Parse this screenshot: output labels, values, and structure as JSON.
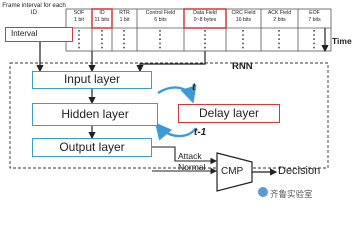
{
  "frame": {
    "label": "Frame interval for each ID",
    "interval": "Interval",
    "time_label": "Time",
    "fields": [
      {
        "name": "SOF",
        "bits": "1 bit"
      },
      {
        "name": "ID",
        "bits": "11 bits"
      },
      {
        "name": "RTR",
        "bits": "1 bit"
      },
      {
        "name": "Control Field",
        "bits": "6 bits"
      },
      {
        "name": "Data Field",
        "bits": "0~8 bytes"
      },
      {
        "name": "CRC Field",
        "bits": "16 bits"
      },
      {
        "name": "ACK Field",
        "bits": "2 bits"
      },
      {
        "name": "EOF",
        "bits": "7 bits"
      }
    ]
  },
  "rnn": {
    "label": "RNN",
    "input_layer": "Input layer",
    "hidden_layer": "Hidden layer",
    "output_layer": "Output layer",
    "delay_layer": "Delay layer",
    "t_label": "t",
    "t_minus_label": "t-1"
  },
  "compare": {
    "attack": "Attack",
    "normal": "Normal",
    "cmp": "CMP",
    "decision": "Decision"
  },
  "watermark": "齐鲁实验室",
  "colors": {
    "red": "#d9343a",
    "blue": "#3d9ad8",
    "black": "#222222"
  }
}
